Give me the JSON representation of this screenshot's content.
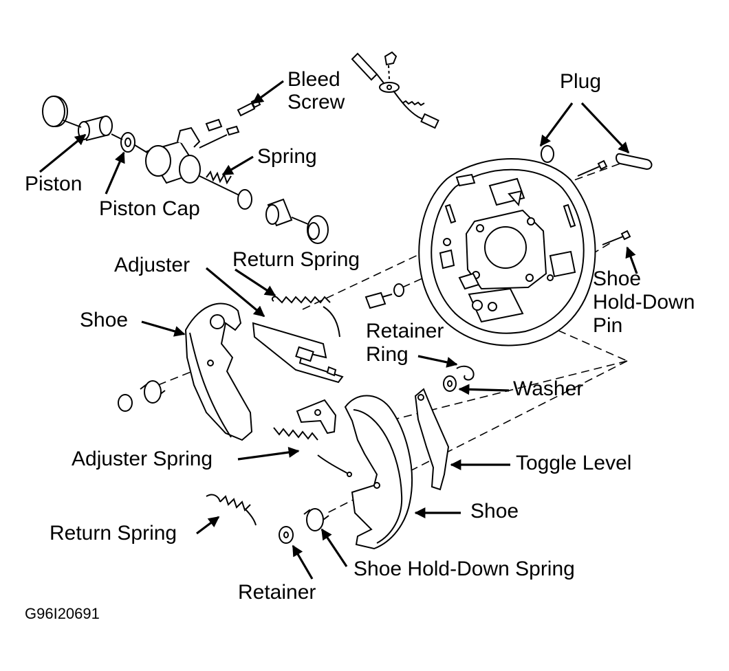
{
  "diagram": {
    "labels": {
      "bleed_screw_1": "Bleed",
      "bleed_screw_2": "Screw",
      "plug": "Plug",
      "spring": "Spring",
      "piston": "Piston",
      "piston_cap": "Piston Cap",
      "adjuster": "Adjuster",
      "return_spring_upper": "Return Spring",
      "shoe_left": "Shoe",
      "shoe_hold_down_pin_1": "Shoe",
      "shoe_hold_down_pin_2": "Hold-Down",
      "shoe_hold_down_pin_3": "Pin",
      "retainer_ring_1": "Retainer",
      "retainer_ring_2": "Ring",
      "washer": "Washer",
      "adjuster_spring": "Adjuster Spring",
      "toggle_level": "Toggle Level",
      "shoe_right": "Shoe",
      "return_spring_lower": "Return Spring",
      "shoe_hold_down_spring": "Shoe Hold-Down Spring",
      "retainer": "Retainer"
    },
    "figure_code": "G96I20691",
    "colors": {
      "line": "#000000",
      "background": "#ffffff"
    }
  }
}
